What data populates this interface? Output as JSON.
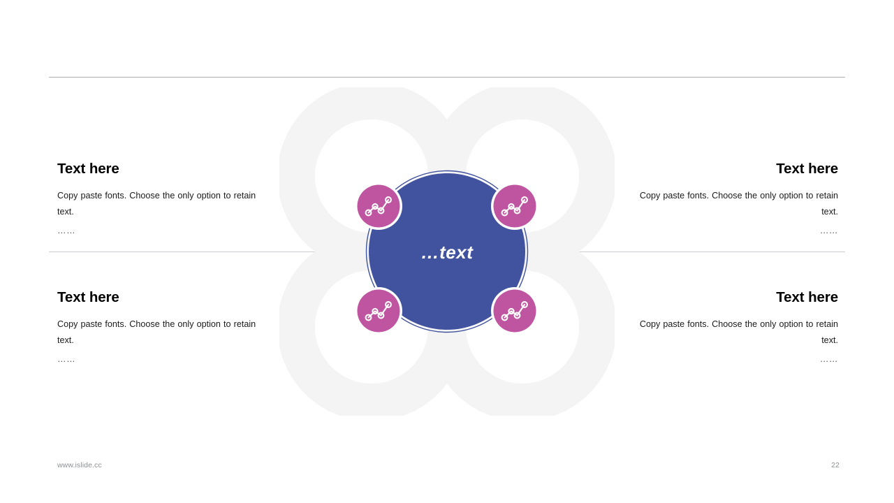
{
  "slide": {
    "background_color": "#ffffff",
    "accent_blue": "#41529f",
    "accent_pink": "#bf54a0",
    "lobe_gray": "#f4f4f4",
    "rule_color": "#b3b3b3"
  },
  "rules": {
    "top_label": "top-divider",
    "middle_label": "middle-divider"
  },
  "center": {
    "label": "…text",
    "icon_name": "line-chart-nodes-icon",
    "node_count": 4
  },
  "blocks": [
    {
      "position": "top-left",
      "title": "Text here",
      "body": "Copy paste fonts. Choose the only option to retain text.",
      "ellipsis": "……"
    },
    {
      "position": "bottom-left",
      "title": "Text here",
      "body": "Copy paste fonts. Choose the only option to retain text.",
      "ellipsis": "……"
    },
    {
      "position": "top-right",
      "title": "Text here",
      "body": "Copy paste fonts. Choose the only option to retain text.",
      "ellipsis": "……"
    },
    {
      "position": "bottom-right",
      "title": "Text here",
      "body": "Copy paste fonts. Choose the only option to retain text.",
      "ellipsis": "……"
    }
  ],
  "footer": {
    "url": "www.islide.cc",
    "page_number": "22"
  }
}
